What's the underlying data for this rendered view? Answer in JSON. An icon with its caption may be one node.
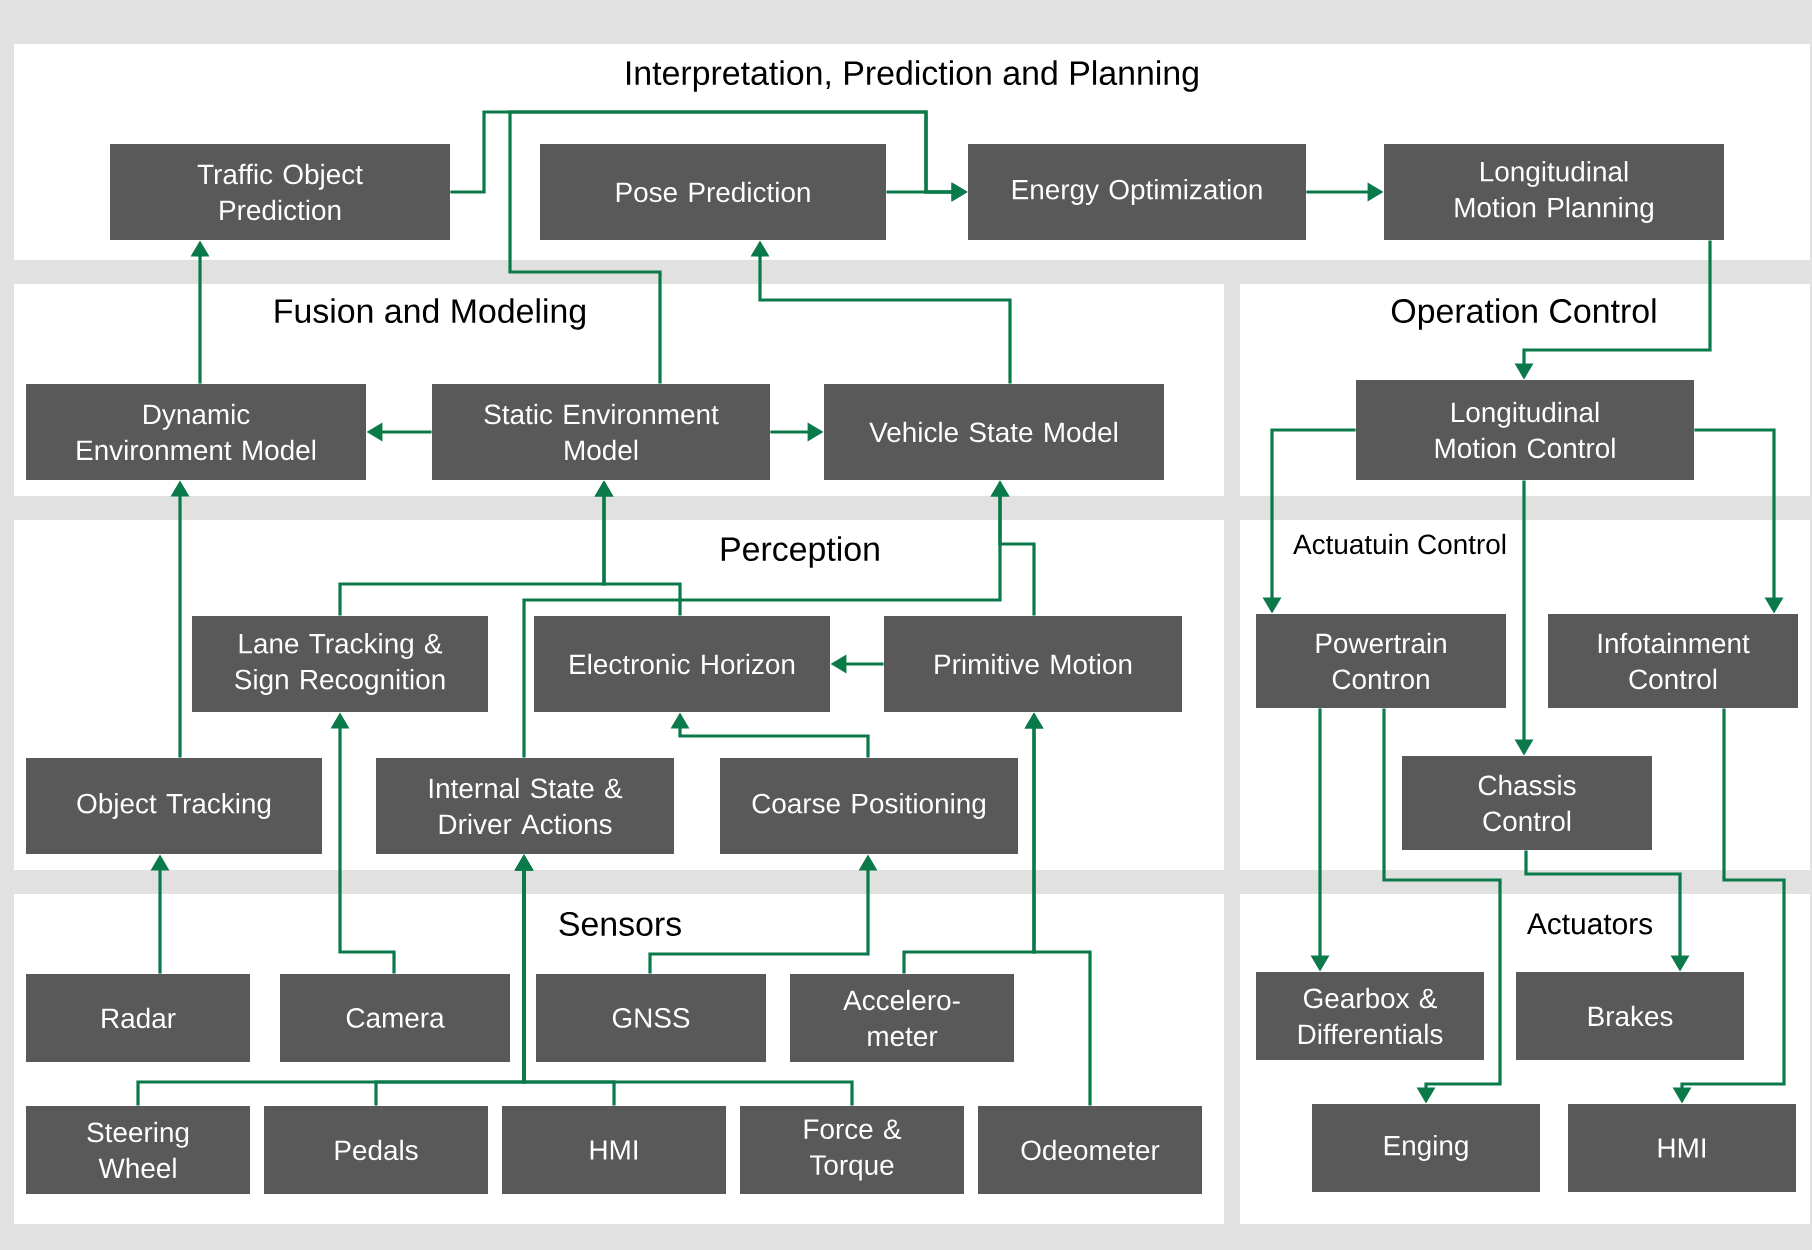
{
  "diagram": {
    "nodes": [
      {
        "text": [
          "Interpretation, Prediction and Planning"
        ]
      },
      {
        "text": [
          "Traffic Object Prediction"
        ],
        "in": 0
      },
      {
        "text": [
          "Pose Prediction"
        ],
        "in": 0
      },
      {
        "text": [
          "Energy Optimization"
        ],
        "in": 0
      },
      {
        "text": [
          "Longitudinal Motion Planning"
        ],
        "in": 0
      },
      {
        "text": [
          "Fusion and Modeling"
        ]
      },
      {
        "text": [
          "Dynamic Environment Model"
        ],
        "in": 5
      },
      {
        "text": [
          "Static Environment Model"
        ],
        "in": 5
      },
      {
        "text": [
          "Vehicle State Model"
        ],
        "in": 5
      },
      {
        "text": [
          "Operation Control"
        ]
      },
      {
        "text": [
          "Longitudinal Motion Control"
        ],
        "in": 9
      },
      {
        "text": [
          "Perception"
        ]
      },
      {
        "text": [
          "Lane Tracking & Sign Recognition"
        ],
        "in": 11
      },
      {
        "text": [
          "Electronic Horizon"
        ],
        "in": 11
      },
      {
        "text": [
          "Primitive Motion"
        ],
        "in": 11
      },
      {
        "text": [
          "Object Tracking"
        ],
        "in": 11
      },
      {
        "text": [
          "Internal State & Driver Actions"
        ],
        "in": 11
      },
      {
        "text": [
          "Coarse Positioning"
        ],
        "in": 11
      },
      {
        "text": [
          "Actuatuin Control"
        ]
      },
      {
        "text": [
          "Powertrain Contron"
        ],
        "in": 18
      },
      {
        "text": [
          "Infotainment Control"
        ],
        "in": 18
      },
      {
        "text": [
          "Chassis Control"
        ],
        "in": 18
      },
      {
        "text": [
          "Sensors"
        ]
      },
      {
        "text": [
          "Radar"
        ],
        "in": 22
      },
      {
        "text": [
          "Camera"
        ],
        "in": 22
      },
      {
        "text": [
          "GNSS"
        ],
        "in": 22
      },
      {
        "text": [
          "Accelero-meter"
        ],
        "in": 22
      },
      {
        "text": [
          "Steering Wheel"
        ],
        "in": 22
      },
      {
        "text": [
          "Pedals"
        ],
        "in": 22
      },
      {
        "text": [
          "HMI"
        ],
        "in": 22
      },
      {
        "text": [
          "Force & Torque"
        ],
        "in": 22
      },
      {
        "text": [
          "Odeometer"
        ],
        "in": 22
      },
      {
        "text": [
          "Actuators"
        ]
      },
      {
        "text": [
          "Gearbox & Differentials"
        ],
        "in": 32
      },
      {
        "text": [
          "Brakes"
        ],
        "in": 32
      },
      {
        "text": [
          "Enging"
        ],
        "in": 32
      },
      {
        "text": [
          "HMI"
        ],
        "in": 32
      }
    ],
    "edges": [
      {
        "from": 1,
        "to": 3,
        "arrow": "to"
      },
      {
        "from": 7,
        "to": 3,
        "arrow": "to"
      },
      {
        "from": 2,
        "to": 3,
        "arrow": "to"
      },
      {
        "from": 8,
        "to": 2,
        "arrow": "to"
      },
      {
        "from": 3,
        "to": 4,
        "arrow": "to"
      },
      {
        "from": 4,
        "to": 10,
        "arrow": "to"
      },
      {
        "from": 6,
        "to": 1,
        "arrow": "to"
      },
      {
        "from": 7,
        "to": 6,
        "arrow": "to"
      },
      {
        "from": 7,
        "to": 8,
        "arrow": "to"
      },
      {
        "from": 15,
        "to": 6,
        "arrow": "to"
      },
      {
        "from": 12,
        "to": 7,
        "arrow": "to"
      },
      {
        "from": 13,
        "to": 7,
        "arrow": "to"
      },
      {
        "from": 16,
        "to": 8,
        "arrow": "to"
      },
      {
        "from": 14,
        "to": 8,
        "arrow": "to"
      },
      {
        "from": 14,
        "to": 13,
        "arrow": "to"
      },
      {
        "from": 17,
        "to": 13,
        "arrow": "to"
      },
      {
        "from": 23,
        "to": 15,
        "arrow": "to"
      },
      {
        "from": 24,
        "to": 12,
        "arrow": "to"
      },
      {
        "from": 27,
        "to": 16,
        "arrow": "to"
      },
      {
        "from": 28,
        "to": 16,
        "arrow": "to"
      },
      {
        "from": 29,
        "to": 16,
        "arrow": "to"
      },
      {
        "from": 30,
        "to": 16,
        "arrow": "to"
      },
      {
        "from": 25,
        "to": 17,
        "arrow": "to"
      },
      {
        "from": 26,
        "to": 14,
        "arrow": "to"
      },
      {
        "from": 31,
        "to": 14,
        "arrow": "to"
      },
      {
        "from": 10,
        "to": 19,
        "arrow": "to"
      },
      {
        "from": 10,
        "to": 20,
        "arrow": "to"
      },
      {
        "from": 10,
        "to": 21,
        "arrow": "to"
      },
      {
        "from": 19,
        "to": 33,
        "arrow": "to"
      },
      {
        "from": 19,
        "to": 35,
        "arrow": "to"
      },
      {
        "from": 21,
        "to": 34,
        "arrow": "to"
      },
      {
        "from": 20,
        "to": 36,
        "arrow": "to"
      }
    ]
  }
}
